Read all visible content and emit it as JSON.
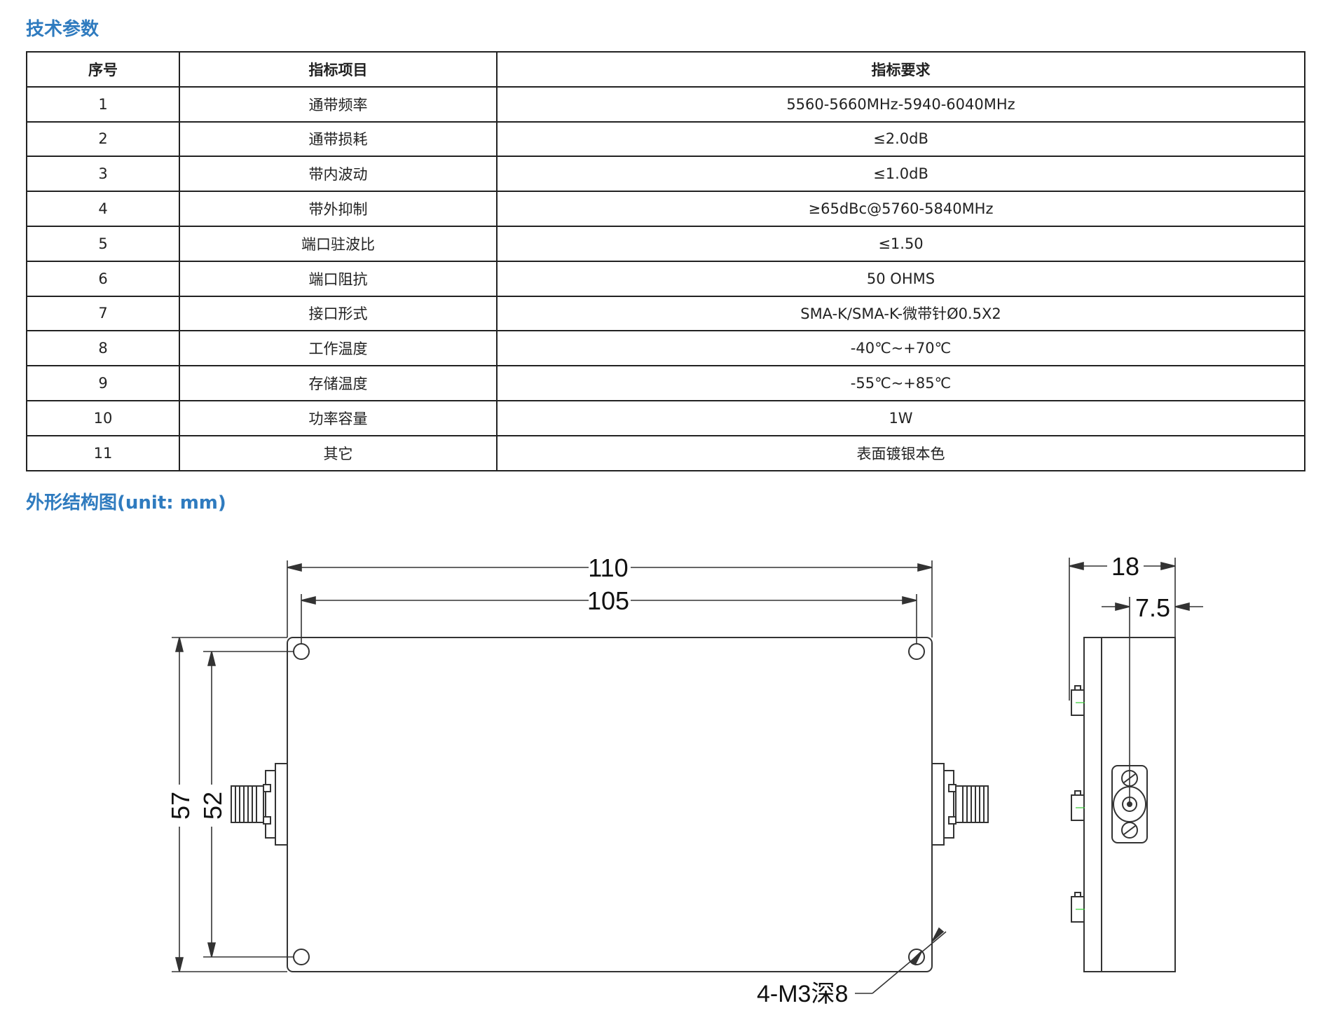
{
  "section_params": {
    "title": "技术参数"
  },
  "table": {
    "headers": [
      "序号",
      "指标项目",
      "指标要求"
    ],
    "rows": [
      [
        "1",
        "通带频率",
        "5560-5660MHz-5940-6040MHz"
      ],
      [
        "2",
        "通带损耗",
        "≤2.0dB"
      ],
      [
        "3",
        "带内波动",
        "≤1.0dB"
      ],
      [
        "4",
        "带外抑制",
        "≥65dBc@5760-5840MHz"
      ],
      [
        "5",
        "端口驻波比",
        "≤1.50"
      ],
      [
        "6",
        "端口阻抗",
        "50 OHMS"
      ],
      [
        "7",
        "接口形式",
        "SMA-K/SMA-K-微带针Ø0.5X2"
      ],
      [
        "8",
        "工作温度",
        "-40℃~+70℃"
      ],
      [
        "9",
        "存储温度",
        "-55℃~+85℃"
      ],
      [
        "10",
        "功率容量",
        "1W"
      ],
      [
        "11",
        "其它",
        "表面镀银本色"
      ]
    ]
  },
  "section_drawing": {
    "title": "外形结构图(unit: mm)"
  },
  "drawing": {
    "dim_length_outer": "110",
    "dim_length_holes": "105",
    "dim_height_outer": "57",
    "dim_height_holes": "52",
    "dim_thickness": "18",
    "dim_connector_offset": "7.5",
    "hole_note": "4-M3深8"
  }
}
